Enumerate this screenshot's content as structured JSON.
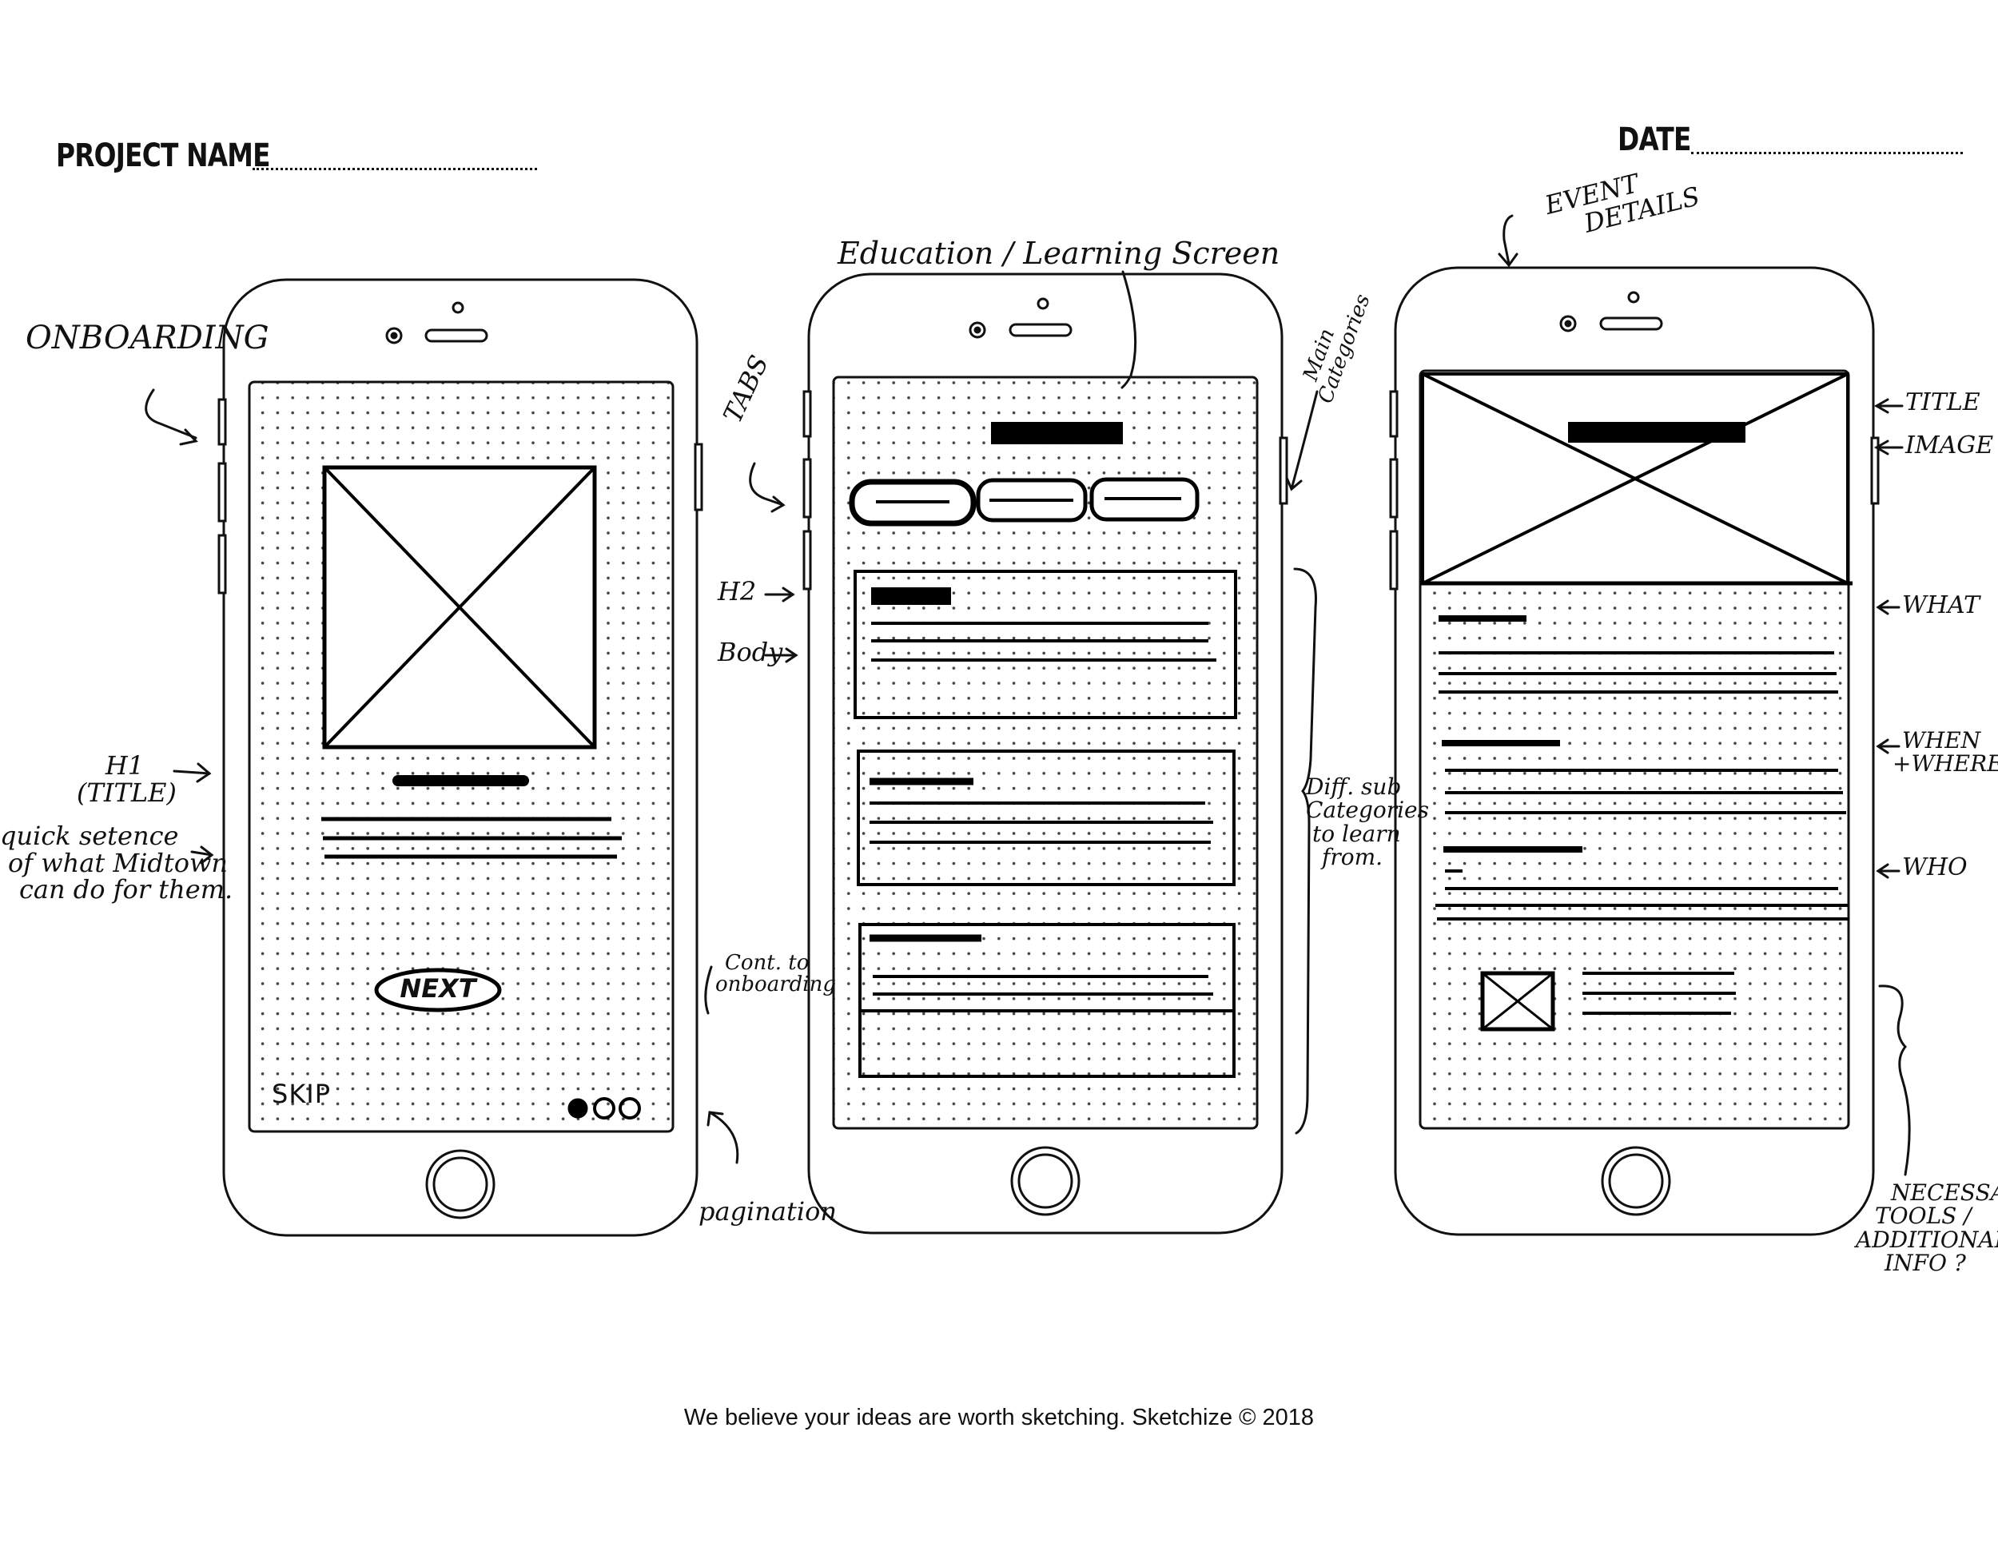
{
  "header": {
    "project_name_label": "PROJECT NAME",
    "date_label": "DATE"
  },
  "screen1": {
    "annotation_title": "ONBOARDING",
    "skip_label": "SKIP",
    "next_label": "NEXT",
    "annotations": {
      "h1": "H1",
      "h1_sub": "(TITLE)",
      "quick_sentence_line1": "quick setence",
      "quick_sentence_line2": "of what Midtown",
      "quick_sentence_line3": "can do for them.",
      "cont_line1": "Cont. to",
      "cont_line2": "onboarding",
      "pagination": "pagination"
    }
  },
  "screen2": {
    "annotation_title": "Education / Learning Screen",
    "annotations": {
      "tabs": "TABS",
      "h2": "H2",
      "body": "Body",
      "main_categories_line1": "Main",
      "main_categories_line2": "Categories",
      "diff_line1": "Diff. sub",
      "diff_line2": "Categories",
      "diff_line3": "to learn",
      "diff_line4": "from."
    }
  },
  "screen3": {
    "annotation_title_line1": "EVENT",
    "annotation_title_line2": "DETAILS",
    "annotations": {
      "title": "TITLE",
      "image": "IMAGE",
      "what": "WHAT",
      "when": "WHEN",
      "where": "+WHERE",
      "who": "WHO",
      "tools_line1": "NECESSARY",
      "tools_line2": "TOOLS /",
      "tools_line3": "ADDITIONAL",
      "tools_line4": "INFO ?"
    }
  },
  "footer": {
    "text": "We believe your ideas are worth sketching. Sketchize © 2018"
  }
}
